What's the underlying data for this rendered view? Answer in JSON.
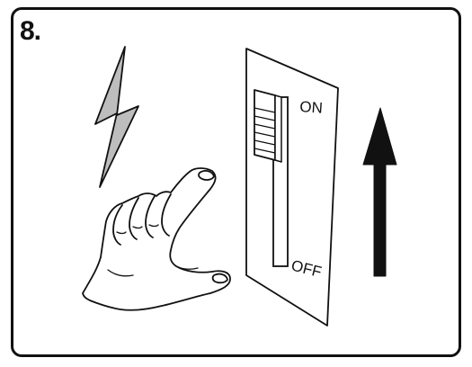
{
  "step": {
    "number": "8."
  },
  "switch": {
    "on_label": "ON",
    "off_label": "OFF",
    "position": "on"
  },
  "icons": {
    "hazard": "lightning-bolt-icon",
    "hand": "pointing-hand-icon",
    "arrow": "up-arrow-icon"
  },
  "colors": {
    "outline": "#111111",
    "bolt_fill": "#bdbdbd",
    "background": "#ffffff"
  }
}
